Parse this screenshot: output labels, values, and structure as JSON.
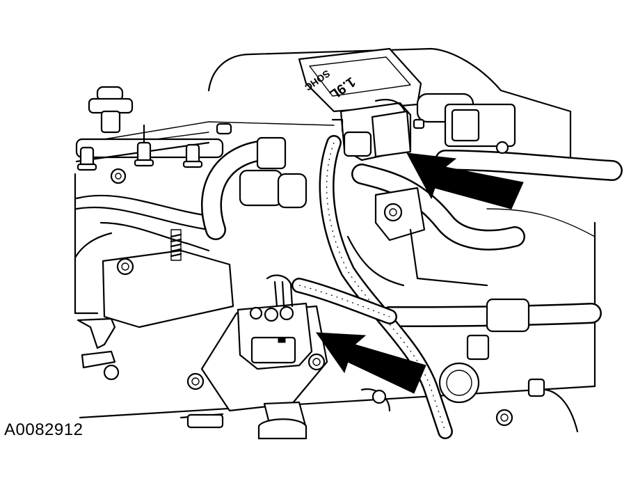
{
  "figure": {
    "id_label": "A0082912",
    "embossed_text": "1.9L",
    "embossed_text_2": "SOHC"
  },
  "colors": {
    "ink": "#000000",
    "paper": "#ffffff"
  }
}
